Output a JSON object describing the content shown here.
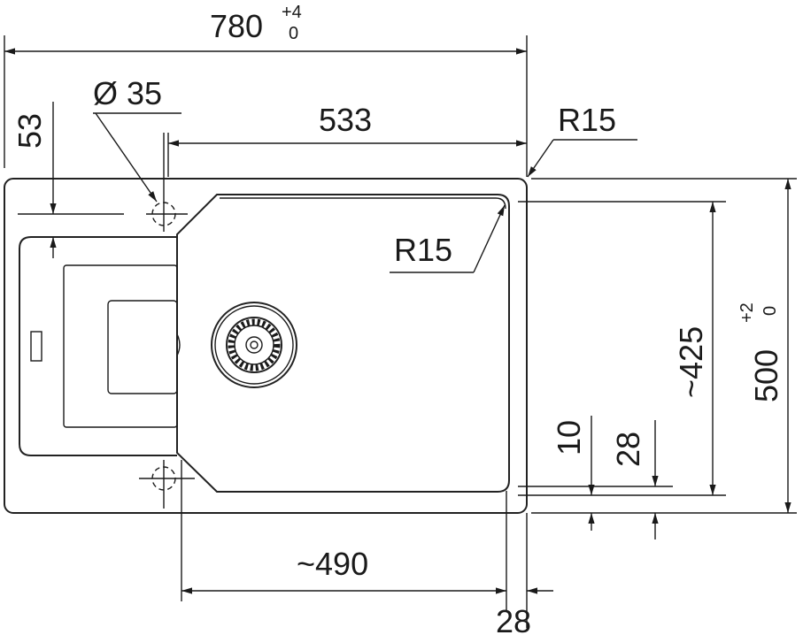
{
  "title": "Sink dimension drawing",
  "dimensions": {
    "overall_width": "780",
    "overall_width_tol_upper": "+4",
    "overall_width_tol_lower": "0",
    "tap_hole": "Ø 35",
    "bowl_offset": "533",
    "tap_hole_offset": "53",
    "corner_radius_outer": "R15",
    "corner_radius_bowl": "R15",
    "bowl_depth": "~425",
    "overall_depth": "500",
    "overall_depth_tol_upper": "+2",
    "overall_depth_tol_lower": "0",
    "rim_10": "10",
    "rim_28_right": "28",
    "bowl_width": "~490",
    "rim_28_bottom": "28"
  }
}
